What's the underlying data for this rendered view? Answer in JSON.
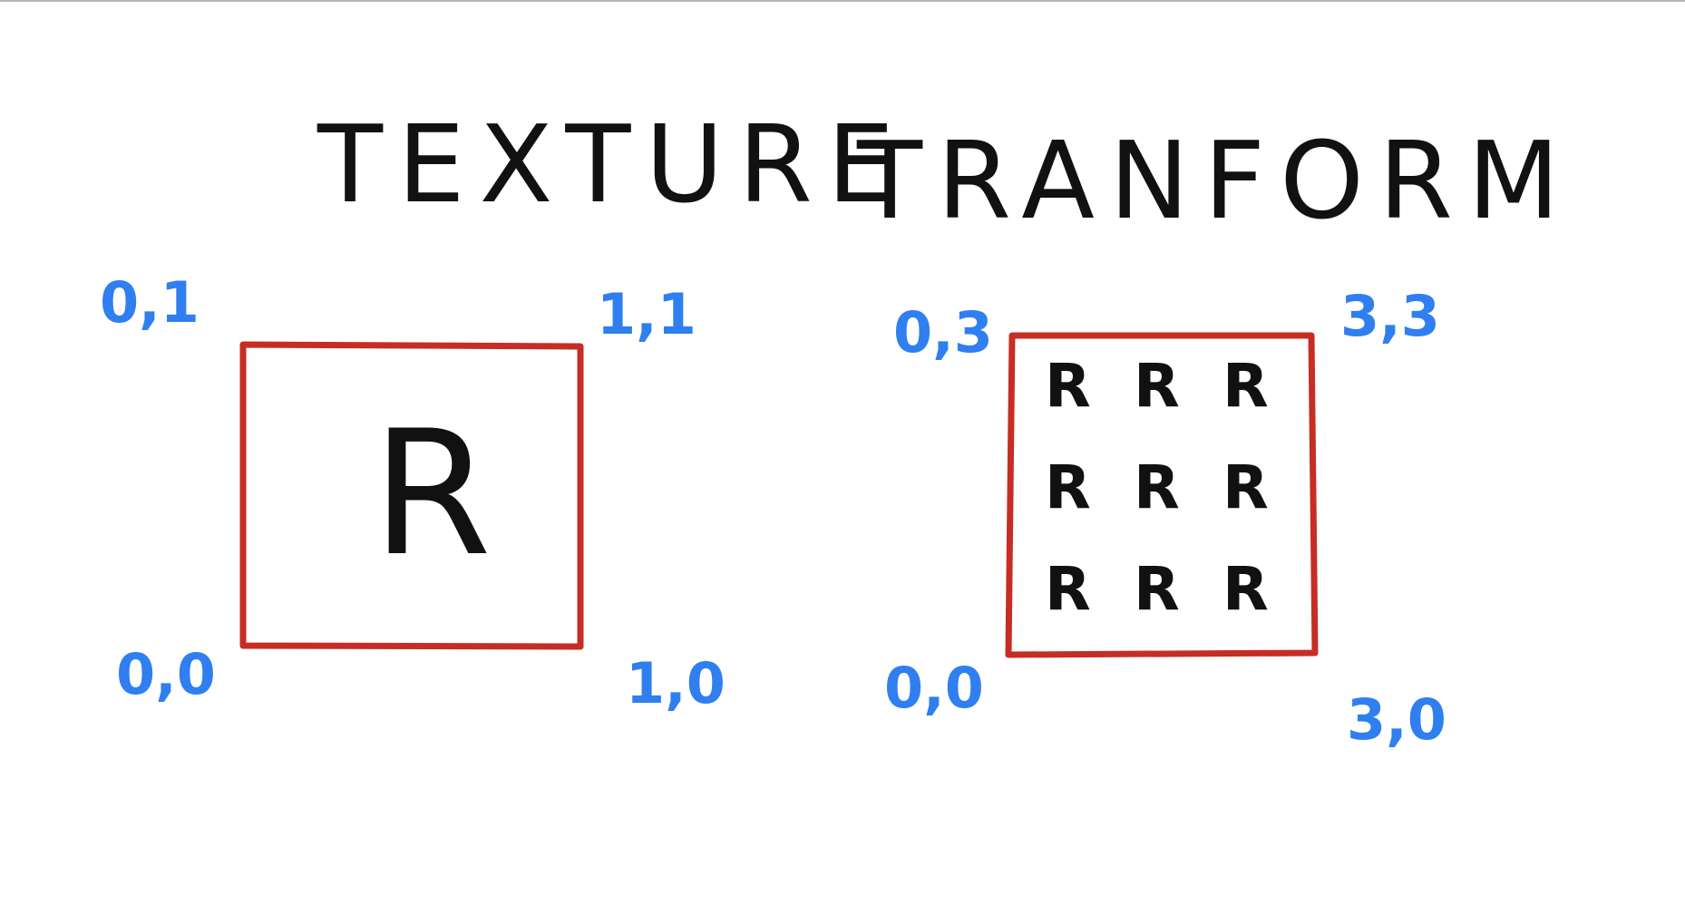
{
  "title": {
    "word1": "TEXTURE",
    "word2": "TRANFORM"
  },
  "colors": {
    "ink": "#111111",
    "box": "#c62d24",
    "coords": "#2f7ff0"
  },
  "left_panel": {
    "glyph": "R",
    "corners": {
      "top_left": "0,1",
      "top_right": "1,1",
      "bottom_left": "0,0",
      "bottom_right": "1,0"
    }
  },
  "right_panel": {
    "tile_glyph": "R",
    "tile_rows": 3,
    "tile_cols": 3,
    "corners": {
      "top_left": "0,3",
      "top_right": "3,3",
      "bottom_left": "0,0",
      "bottom_right": "3,0"
    }
  }
}
